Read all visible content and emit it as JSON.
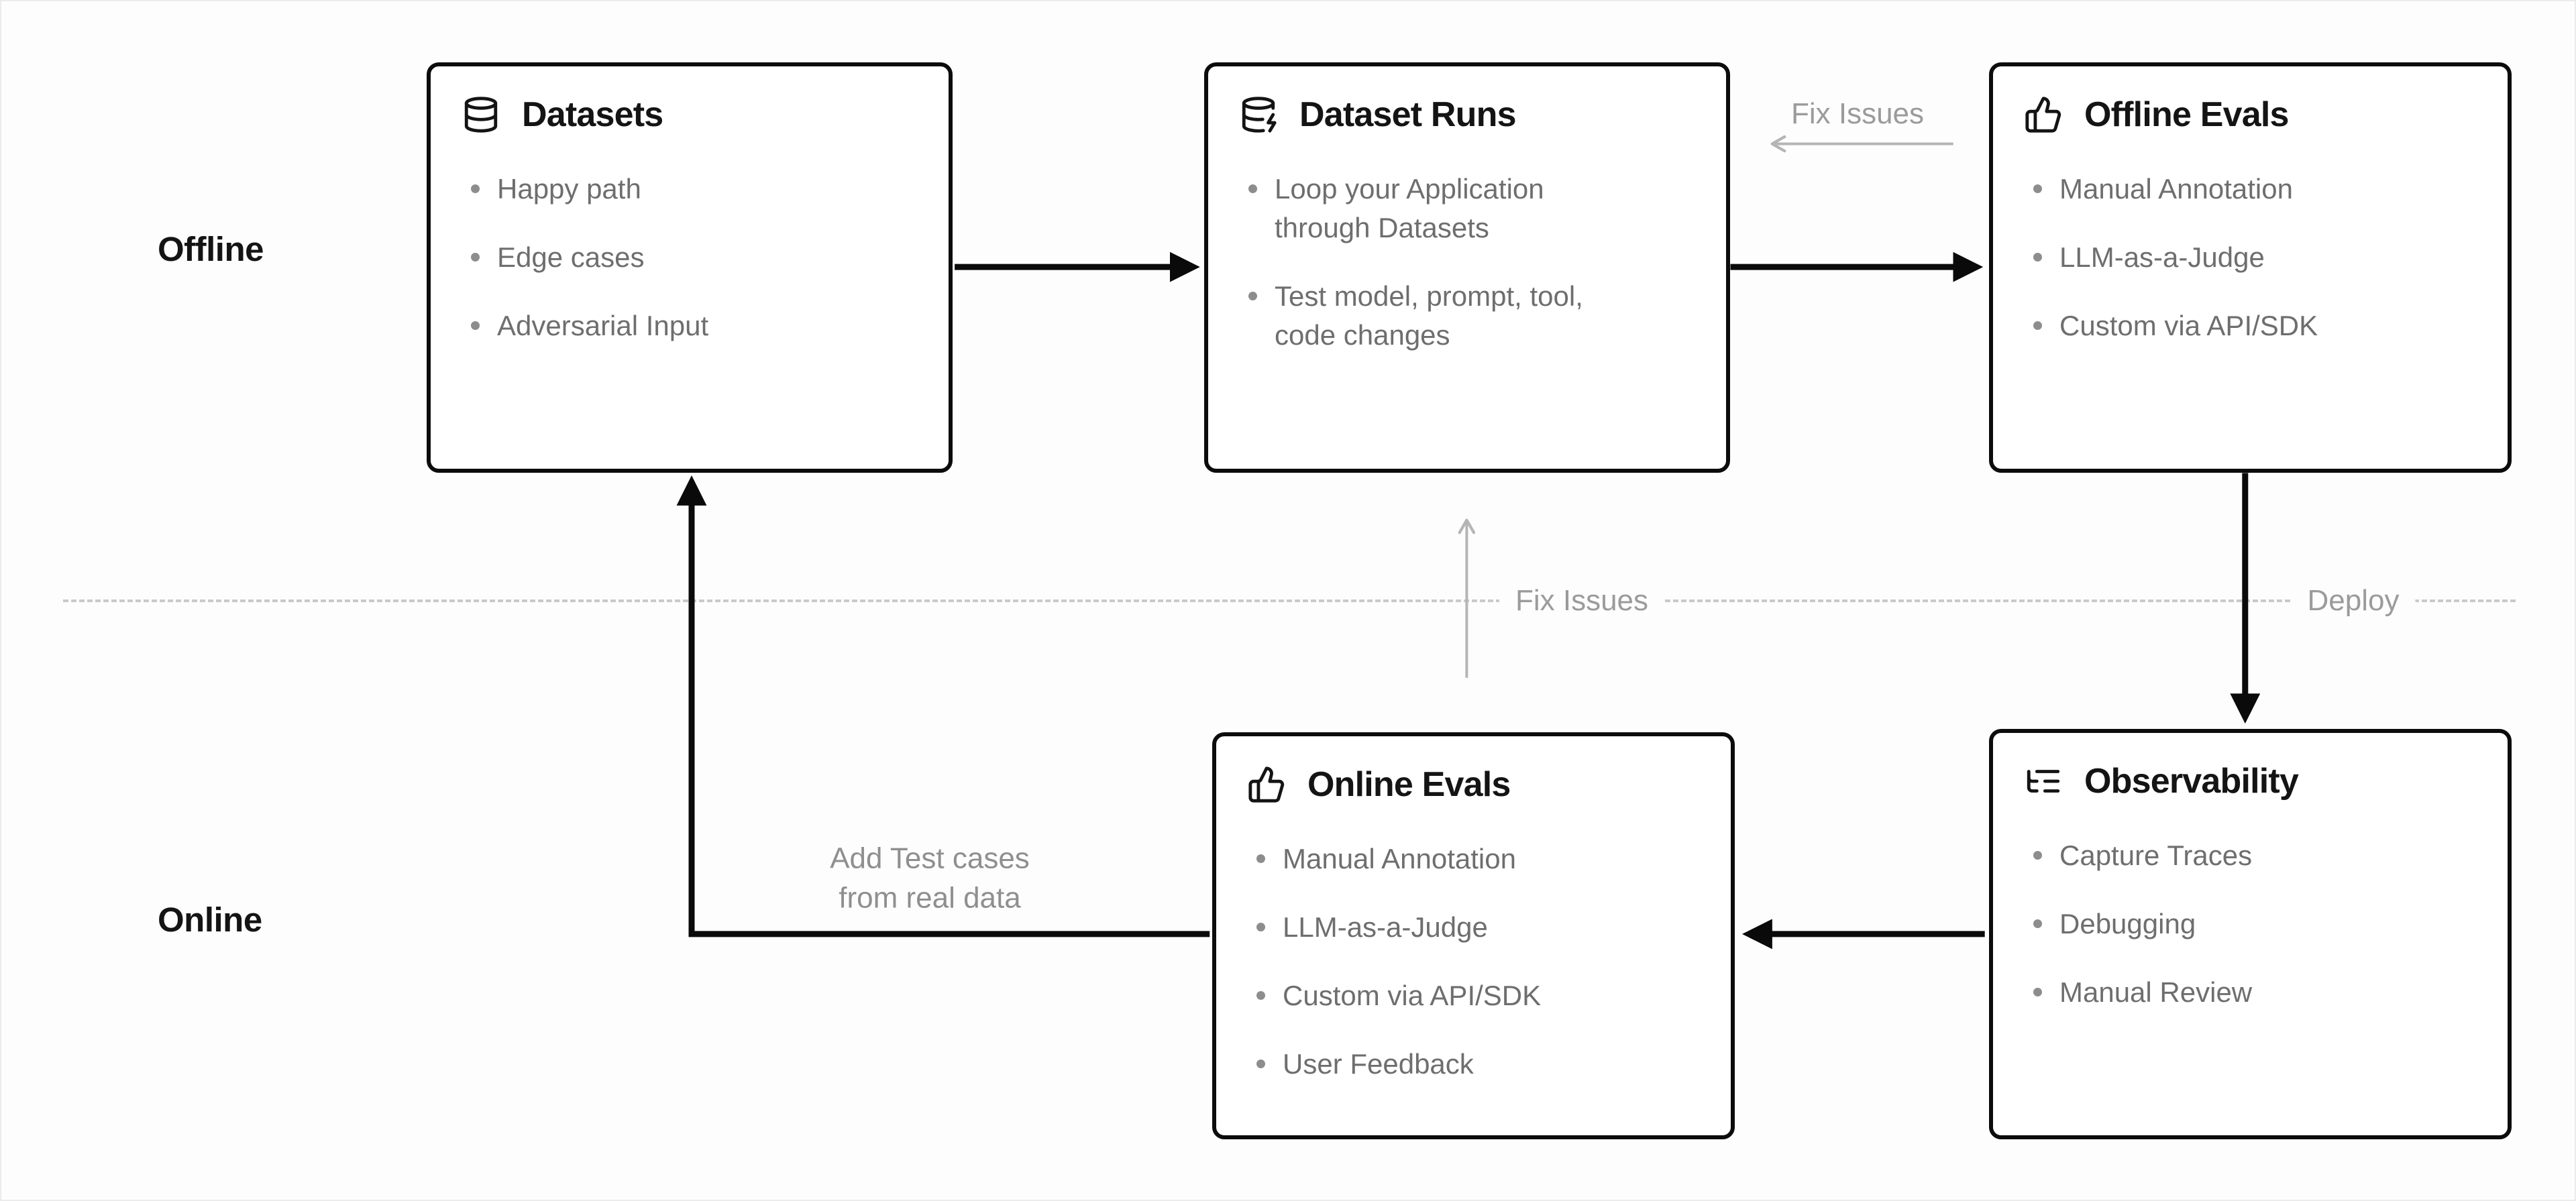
{
  "lanes": {
    "offline": "Offline",
    "online": "Online"
  },
  "boxes": {
    "datasets": {
      "title": "Datasets",
      "icon": "database-icon",
      "items": [
        "Happy path",
        "Edge cases",
        "Adversarial Input"
      ]
    },
    "dataset_runs": {
      "title": "Dataset Runs",
      "icon": "database-zap-icon",
      "items": [
        "Loop your Application through Datasets",
        "Test model, prompt, tool, code changes"
      ]
    },
    "offline_evals": {
      "title": "Offline Evals",
      "icon": "thumbs-up-icon",
      "items": [
        "Manual Annotation",
        "LLM-as-a-Judge",
        "Custom via API/SDK"
      ]
    },
    "online_evals": {
      "title": "Online Evals",
      "icon": "thumbs-up-icon",
      "items": [
        "Manual Annotation",
        "LLM-as-a-Judge",
        "Custom via API/SDK",
        "User Feedback"
      ]
    },
    "observability": {
      "title": "Observability",
      "icon": "list-tree-icon",
      "items": [
        "Capture Traces",
        "Debugging",
        "Manual Review"
      ]
    }
  },
  "arrow_labels": {
    "fix_issues_top": "Fix Issues",
    "fix_issues_middle": "Fix Issues",
    "deploy": "Deploy",
    "add_test_cases_line1": "Add Test cases",
    "add_test_cases_line2": "from real data"
  },
  "colors": {
    "box_border": "#0c0c0c",
    "title_text": "#141414",
    "bullet_text": "#6e6e6e",
    "label_text": "#9b9b9b",
    "arrow_black": "#0a0a0a",
    "arrow_gray": "#b5b5b5",
    "dashed_line": "#c9c9c9",
    "background": "#fdfdfd"
  }
}
